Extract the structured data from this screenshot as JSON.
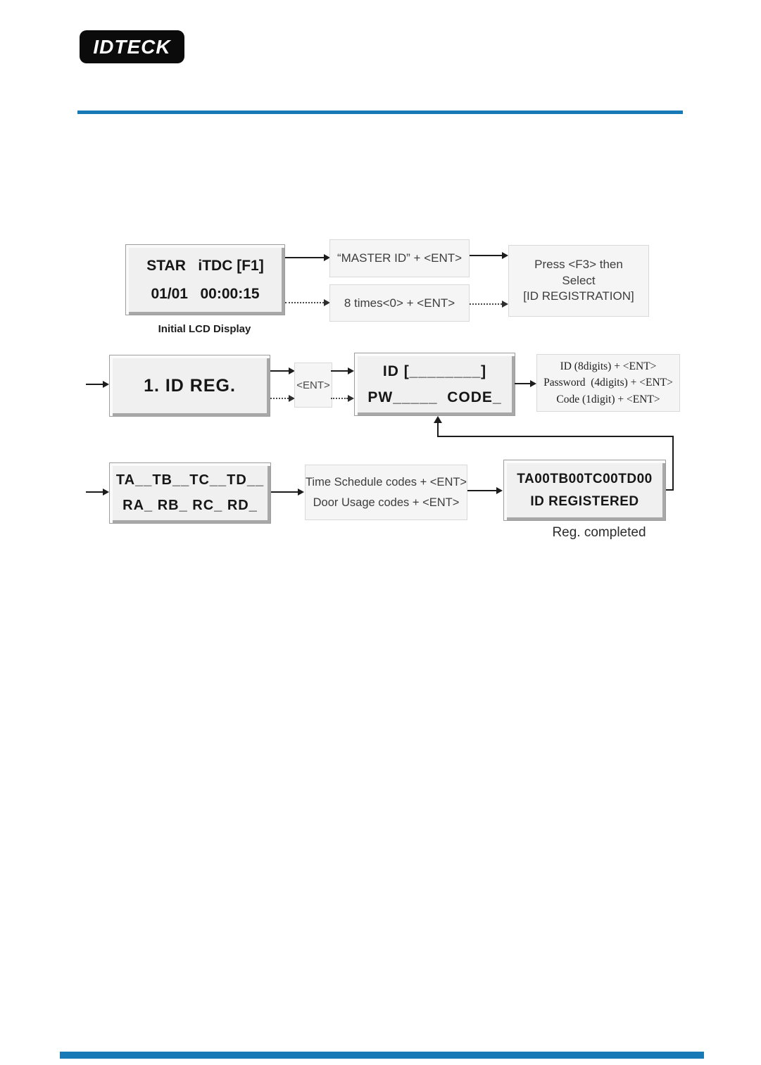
{
  "page": {
    "logo_text": "IDTECK",
    "colors": {
      "accent_blue": "#1779b6",
      "lcd_fill": "#f0f0f0",
      "box_fill": "#f5f5f5"
    }
  },
  "flow": {
    "lcd_initial": {
      "line1": "STAR   iTDC [F1]",
      "line2": "01/01   00:00:15",
      "caption": "Initial LCD Display"
    },
    "master_id_box": {
      "label": "“MASTER ID” + <ENT>"
    },
    "eight_times_box": {
      "label": "8 times<0> + <ENT>"
    },
    "press_f3_box": {
      "line1": "Press <F3> then",
      "line2": "Select",
      "line3": "[ID REGISTRATION]"
    },
    "id_reg_box": {
      "label": "1. ID REG."
    },
    "ent_box": {
      "label": "<ENT>"
    },
    "id_pw_box": {
      "line1": "ID [________]",
      "line2": "PW_____  CODE_"
    },
    "digits_box": {
      "line1": "ID (8digits) + <ENT>",
      "line2": "Password  (4digits) + <ENT>",
      "line3": "Code (1digit) + <ENT>"
    },
    "ta_codes_box": {
      "line1": "TA__TB__TC__TD__",
      "line2": "RA_ RB_ RC_ RD_"
    },
    "schedule_box": {
      "line1": "Time Schedule codes + <ENT>",
      "line2": "Door Usage codes + <ENT>"
    },
    "registered_box": {
      "line1": "TA00TB00TC00TD00",
      "line2": "ID REGISTERED"
    },
    "reg_completed_label": "Reg. completed"
  }
}
